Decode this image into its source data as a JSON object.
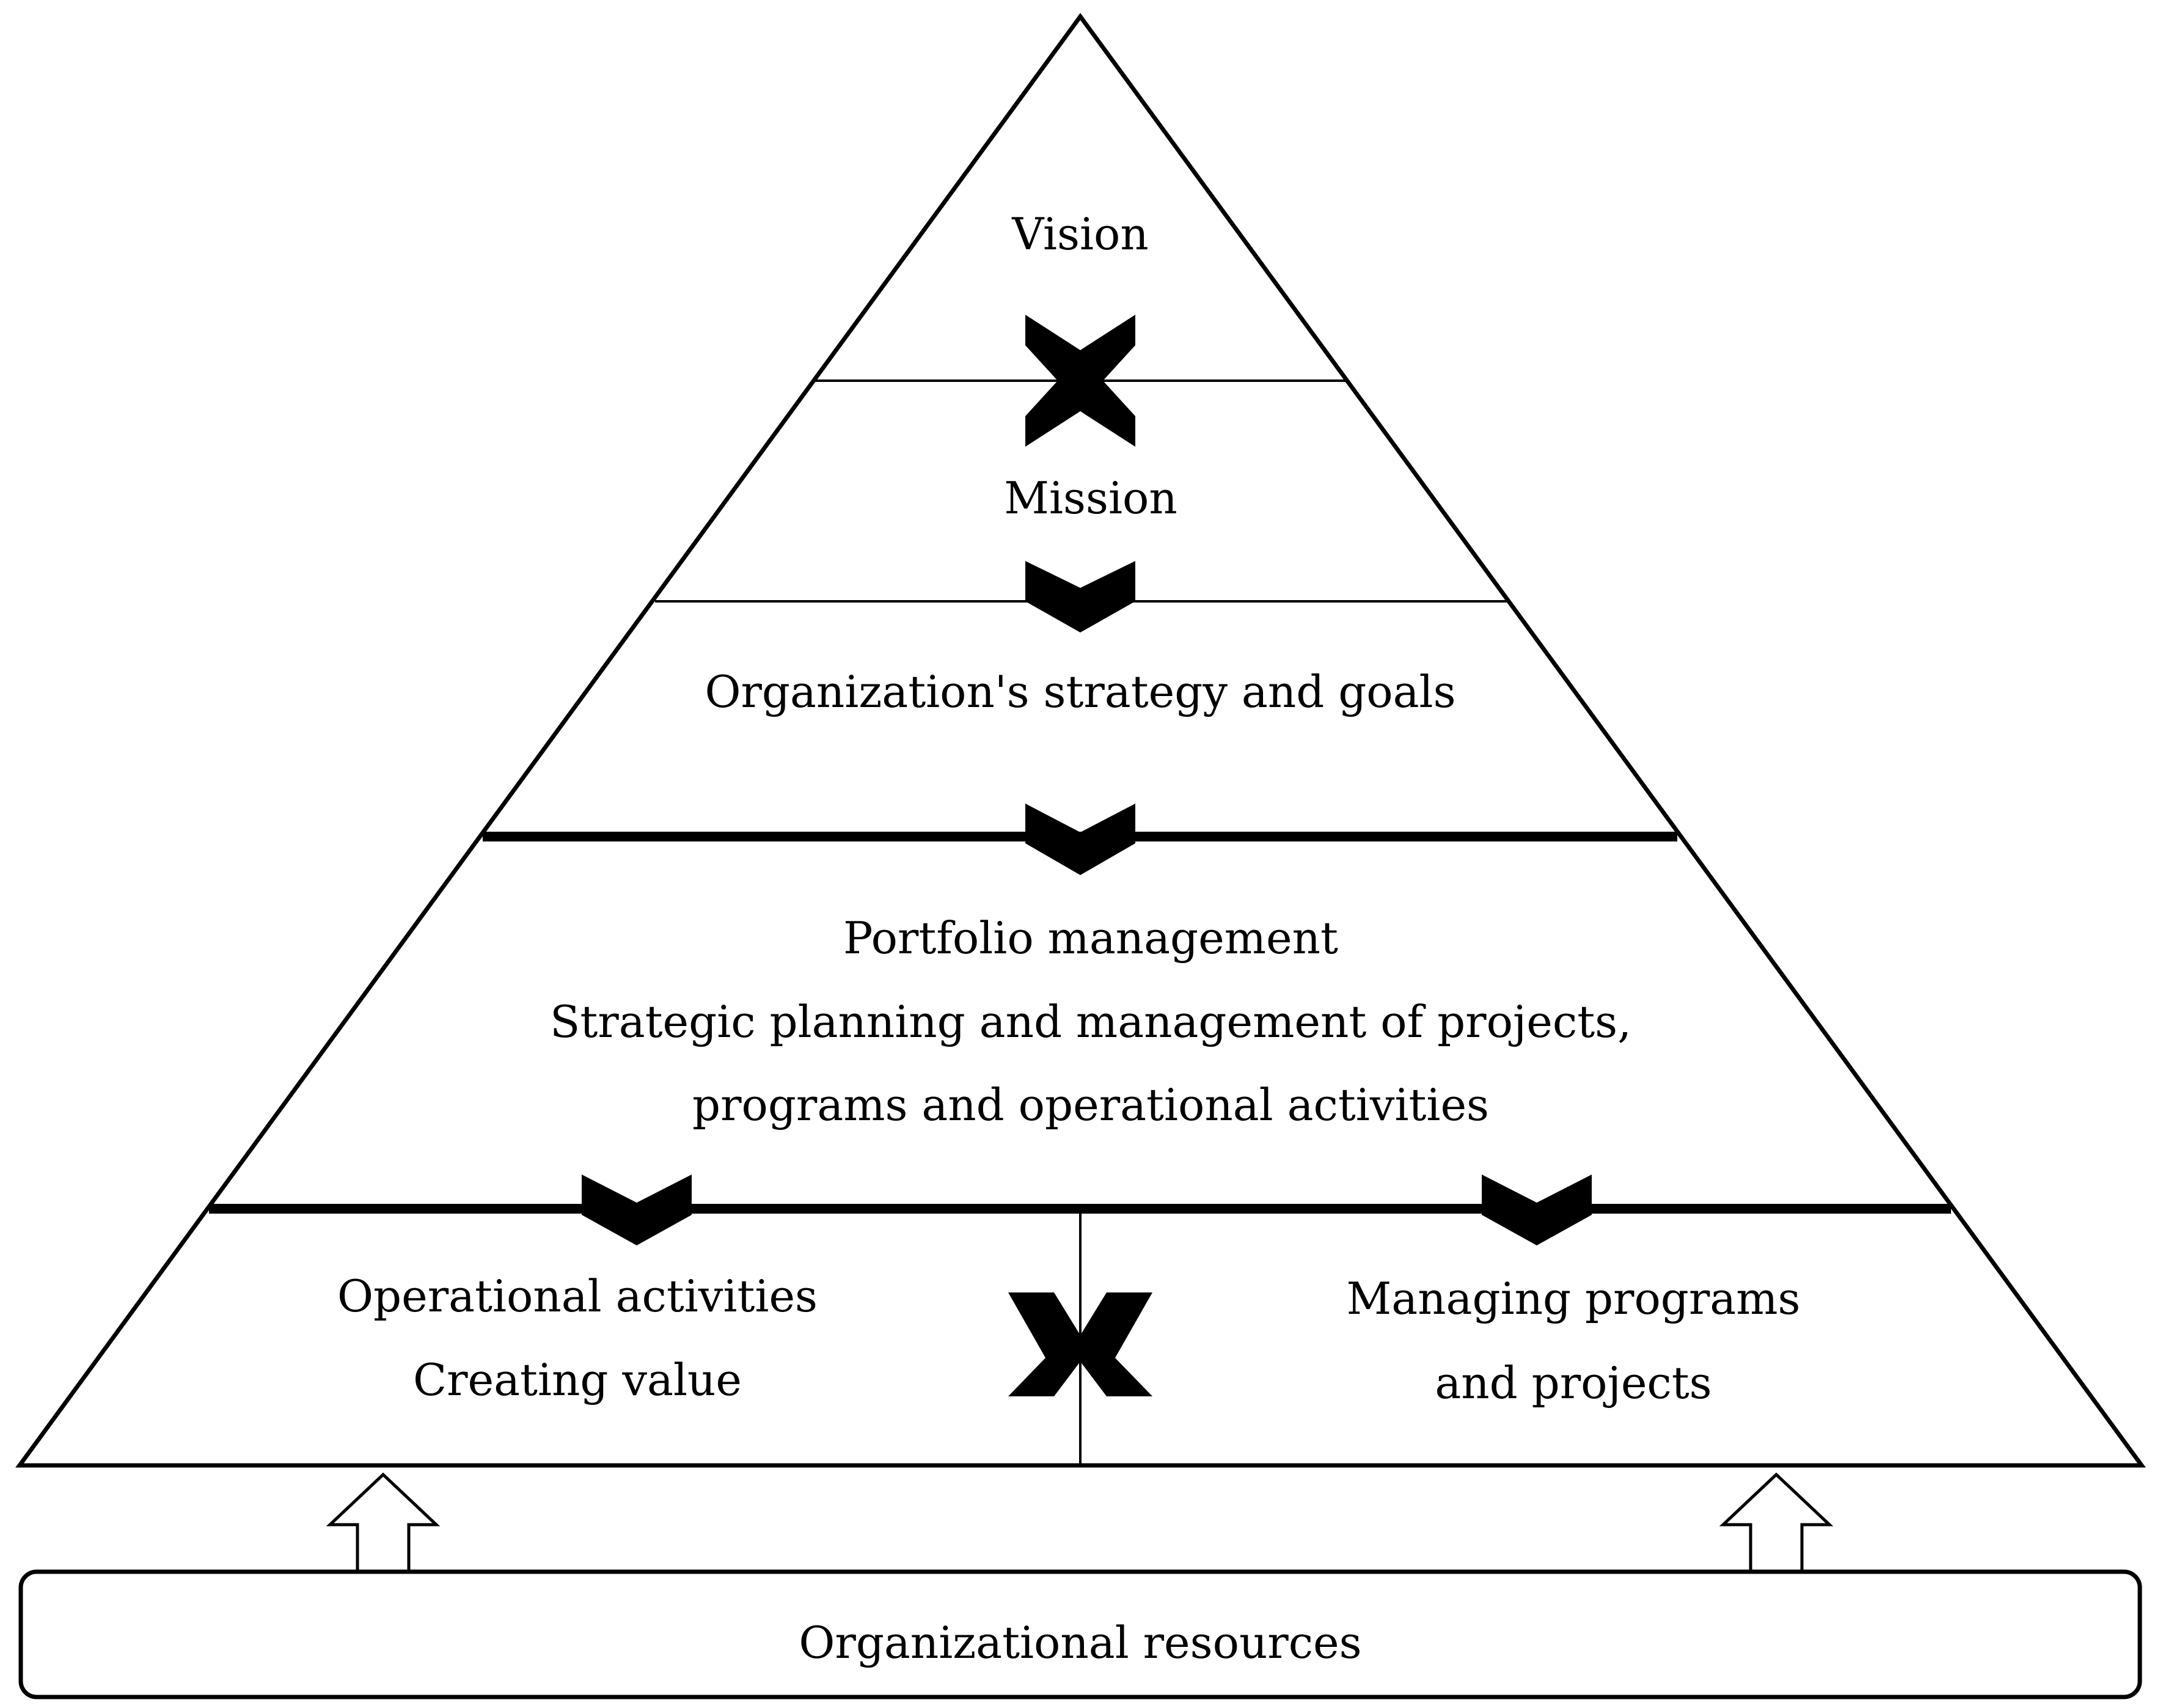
{
  "diagram": {
    "levels": {
      "vision": "Vision",
      "mission": "Mission",
      "strategy": "Organization's strategy and goals",
      "portfolio": {
        "line1": "Portfolio management",
        "line2": "Strategic planning and management of projects,",
        "line3": "programs and operational activities"
      },
      "operational": {
        "line1": "Operational activities",
        "line2": "Creating value"
      },
      "programs": {
        "line1": "Managing programs",
        "line2": "and projects"
      }
    },
    "resources": "Organizational resources",
    "icons": {
      "bidirectional": "double-chevron-icon",
      "down": "chevron-down-icon",
      "up": "hollow-up-arrow-icon"
    },
    "colors": {
      "line": "#000000",
      "background": "#ffffff"
    }
  }
}
